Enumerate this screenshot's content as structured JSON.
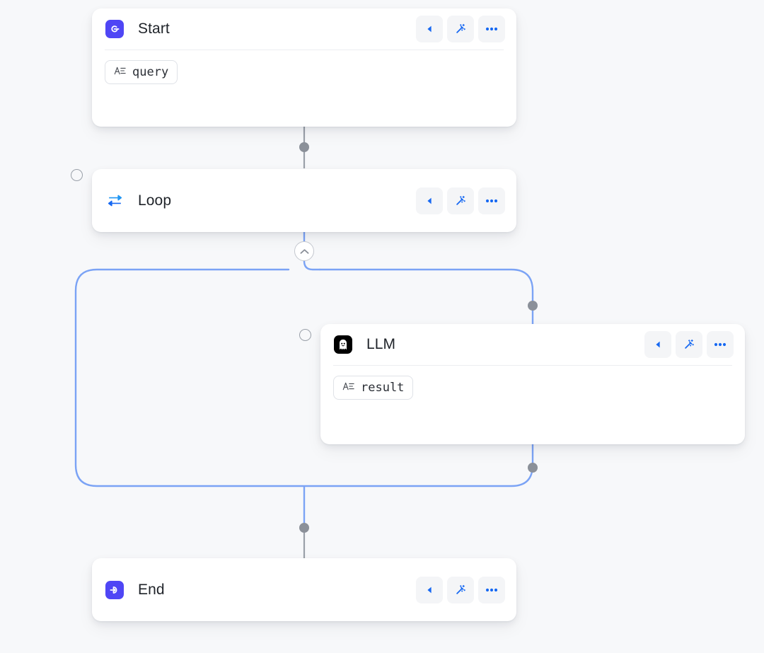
{
  "canvas": {
    "background": "#f7f8fa",
    "edge_color_default": "#9aa0a9",
    "edge_color_loop": "#7ba3f5",
    "accent_blue": "#1668f2",
    "node_icon_purple": "#4f46f5",
    "node_icon_black": "#000000"
  },
  "actions": {
    "collapse_label": "chevron-up",
    "run_label": "run",
    "magic_label": "magic-wand",
    "more_label": "more"
  },
  "nodes": [
    {
      "id": "start",
      "title": "Start",
      "icon": "start-icon",
      "icon_style": "purple",
      "has_body": true,
      "variables": [
        {
          "name": "query",
          "type_icon": "text-type-icon"
        }
      ],
      "actions": [
        "run",
        "magic-wand",
        "more"
      ]
    },
    {
      "id": "loop",
      "title": "Loop",
      "icon": "loop-icon",
      "icon_style": "plain",
      "has_body": false,
      "variables": [],
      "actions": [
        "run",
        "magic-wand",
        "more"
      ]
    },
    {
      "id": "llm",
      "title": "LLM",
      "icon": "llm-ghost-icon",
      "icon_style": "black",
      "has_body": true,
      "variables": [
        {
          "name": "result",
          "type_icon": "text-type-icon"
        }
      ],
      "actions": [
        "run",
        "magic-wand",
        "more"
      ]
    },
    {
      "id": "end",
      "title": "End",
      "icon": "end-icon",
      "icon_style": "purple",
      "has_body": false,
      "variables": [],
      "actions": [
        "run",
        "magic-wand",
        "more"
      ]
    }
  ]
}
